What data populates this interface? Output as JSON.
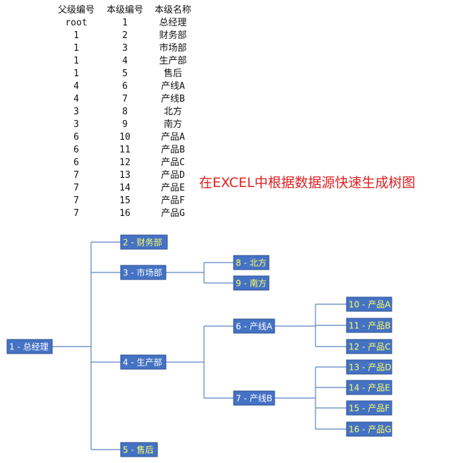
{
  "table": {
    "headers": [
      "父级编号",
      "本级编号",
      "本级名称"
    ],
    "rows": [
      [
        "root",
        "1",
        "总经理"
      ],
      [
        "1",
        "2",
        "财务部"
      ],
      [
        "1",
        "3",
        "市场部"
      ],
      [
        "1",
        "4",
        "生产部"
      ],
      [
        "1",
        "5",
        "售后"
      ],
      [
        "4",
        "6",
        "产线A"
      ],
      [
        "4",
        "7",
        "产线B"
      ],
      [
        "3",
        "8",
        "北方"
      ],
      [
        "3",
        "9",
        "南方"
      ],
      [
        "6",
        "10",
        "产品A"
      ],
      [
        "6",
        "11",
        "产品B"
      ],
      [
        "6",
        "12",
        "产品C"
      ],
      [
        "7",
        "13",
        "产品D"
      ],
      [
        "7",
        "14",
        "产品E"
      ],
      [
        "7",
        "15",
        "产品F"
      ],
      [
        "7",
        "16",
        "产品G"
      ]
    ]
  },
  "title": "在EXCEL中根据数据源快速生成树图",
  "tree": {
    "nodes": [
      {
        "id": "1",
        "label": "1 - 总经理",
        "leaf": false
      },
      {
        "id": "2",
        "label": "2 - 财务部",
        "leaf": true
      },
      {
        "id": "3",
        "label": "3 - 市场部",
        "leaf": false
      },
      {
        "id": "4",
        "label": "4 - 生产部",
        "leaf": false
      },
      {
        "id": "5",
        "label": "5 - 售后",
        "leaf": true
      },
      {
        "id": "6",
        "label": "6 - 产线A",
        "leaf": false
      },
      {
        "id": "7",
        "label": "7 - 产线B",
        "leaf": false
      },
      {
        "id": "8",
        "label": "8 - 北方",
        "leaf": true
      },
      {
        "id": "9",
        "label": "9 - 南方",
        "leaf": true
      },
      {
        "id": "10",
        "label": "10 - 产品A",
        "leaf": true
      },
      {
        "id": "11",
        "label": "11 - 产品B",
        "leaf": true
      },
      {
        "id": "12",
        "label": "12 - 产品C",
        "leaf": true
      },
      {
        "id": "13",
        "label": "13 - 产品D",
        "leaf": true
      },
      {
        "id": "14",
        "label": "14 - 产品E",
        "leaf": true
      },
      {
        "id": "15",
        "label": "15 - 产品F",
        "leaf": true
      },
      {
        "id": "16",
        "label": "16 - 产品G",
        "leaf": true
      }
    ],
    "edges": [
      [
        "1",
        "2"
      ],
      [
        "1",
        "3"
      ],
      [
        "1",
        "4"
      ],
      [
        "1",
        "5"
      ],
      [
        "3",
        "8"
      ],
      [
        "3",
        "9"
      ],
      [
        "4",
        "6"
      ],
      [
        "4",
        "7"
      ],
      [
        "6",
        "10"
      ],
      [
        "6",
        "11"
      ],
      [
        "6",
        "12"
      ],
      [
        "7",
        "13"
      ],
      [
        "7",
        "14"
      ],
      [
        "7",
        "15"
      ],
      [
        "7",
        "16"
      ]
    ],
    "colors": {
      "node_fill": "#4472c4",
      "leaf_text": "#ffff66",
      "inner_text": "#ffffff",
      "line": "#5a82c2"
    }
  }
}
